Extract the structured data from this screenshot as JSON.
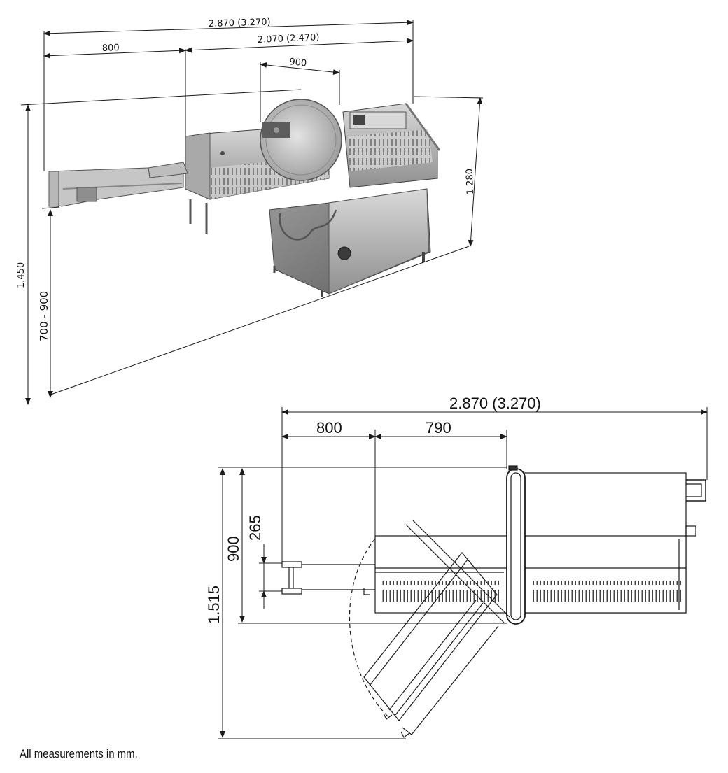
{
  "iso_view": {
    "dims": {
      "total_length": "2.870 (3.270)",
      "left_section": "800",
      "right_section": "2.070 (2.470)",
      "blade_width": "900",
      "total_height": "1.450",
      "table_height": "700 - 900",
      "machine_height": "1.280"
    }
  },
  "top_view": {
    "dims": {
      "total_length": "2.870 (3.270)",
      "left_section": "800",
      "mid_section": "790",
      "total_depth": "1.515",
      "body_depth": "900",
      "handle_offset": "265"
    }
  },
  "footnote": "All measurements in mm.",
  "colors": {
    "line": "#1a1a1a",
    "metal_light": "#c9c9c9",
    "metal_mid": "#9d9d9d",
    "metal_dark": "#6f6f6f"
  }
}
